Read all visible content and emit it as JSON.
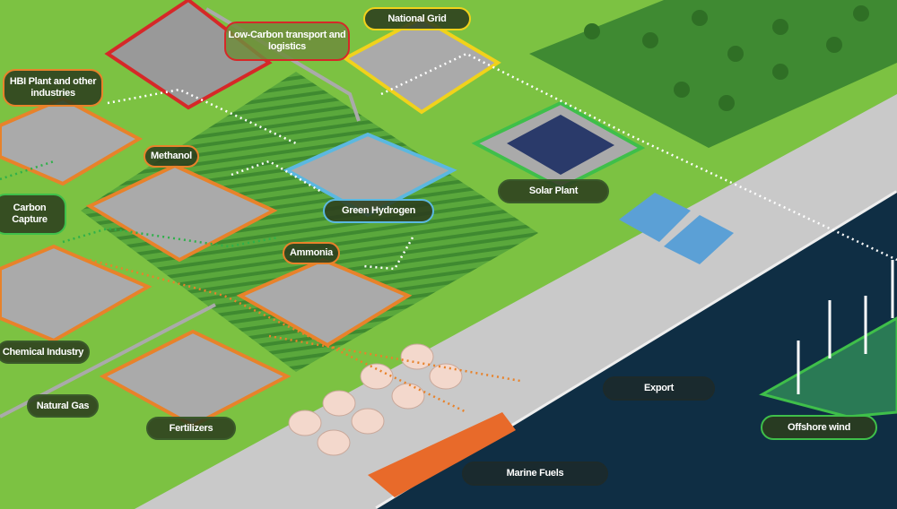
{
  "labels": {
    "transport": "Low-Carbon transport and logistics",
    "grid": "National Grid",
    "hbi": "HBI Plant and other industries",
    "methanol": "Methanol",
    "carbon": "Carbon Capture",
    "hydrogen": "Green Hydrogen",
    "ammonia": "Ammonia",
    "solar": "Solar Plant",
    "chemical": "Chemical Industry",
    "gas": "Natural Gas",
    "fertilizers": "Fertilizers",
    "export": "Export",
    "marine": "Marine Fuels",
    "offshore": "Offshore wind"
  },
  "colors": {
    "grass": "#7cc242",
    "field": "#4a9a3a",
    "forest": "#3f8a32",
    "port": "#c9c9c9",
    "sea": "#0f2e44",
    "orange": "#e8822a",
    "red": "#d62828",
    "yellow": "#f1d21b",
    "blue": "#5bb8e0",
    "green": "#3fbf4a"
  }
}
